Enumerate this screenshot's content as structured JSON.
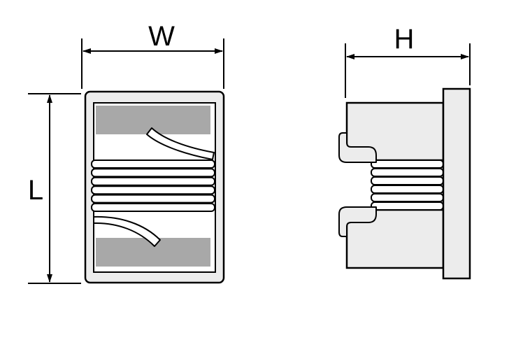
{
  "dimensions": {
    "width_label": "W",
    "length_label": "L",
    "height_label": "H"
  },
  "colors": {
    "stroke": "#000000",
    "body_fill": "#ececec",
    "terminal_fill": "#a8a8a8",
    "background": "#ffffff"
  },
  "winding": {
    "front_turns": 6,
    "side_turns": 6
  }
}
